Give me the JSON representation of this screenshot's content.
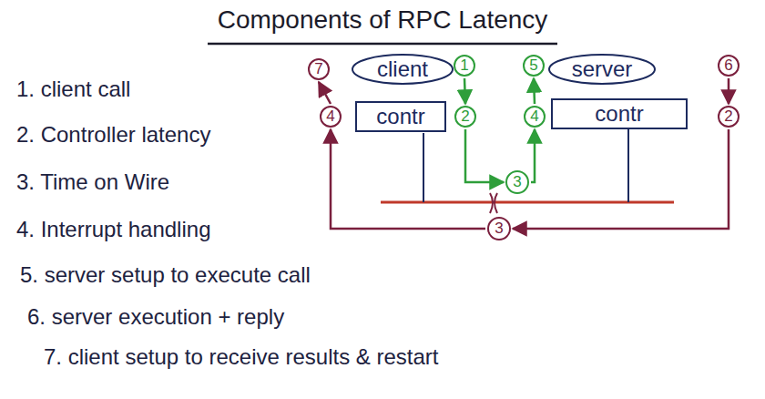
{
  "diagram": {
    "title": "Components of RPC Latency",
    "nodes": [
      {
        "text": [
          "7"
        ]
      },
      {
        "text": [
          "client"
        ]
      },
      {
        "text": [
          "1"
        ]
      },
      {
        "text": [
          "5"
        ]
      },
      {
        "text": [
          "server"
        ]
      },
      {
        "text": [
          "6"
        ]
      },
      {
        "text": [
          "4"
        ]
      },
      {
        "text": [
          "contr"
        ]
      },
      {
        "text": [
          "2"
        ]
      },
      {
        "text": [
          "4"
        ]
      },
      {
        "text": [
          "contr"
        ]
      },
      {
        "text": [
          "2"
        ]
      },
      {
        "text": [
          "3"
        ]
      },
      {
        "text": [
          "3"
        ]
      }
    ],
    "edges": [
      {
        "from": 2,
        "to": 8,
        "arrow": "to"
      },
      {
        "from": 8,
        "to": 12,
        "arrow": "to"
      },
      {
        "from": 12,
        "to": 9,
        "arrow": "to"
      },
      {
        "from": 9,
        "to": 3,
        "arrow": "to"
      },
      {
        "from": 5,
        "to": 11,
        "arrow": "to"
      },
      {
        "from": 11,
        "to": 13,
        "arrow": "to"
      },
      {
        "from": 13,
        "to": 6,
        "arrow": "to"
      },
      {
        "from": 6,
        "to": 0,
        "arrow": "to"
      }
    ],
    "labels": [
      "1. client call",
      "2. Controller latency",
      "3. Time on Wire",
      "4. Interrupt handling",
      "5. server setup to execute call",
      "6. server execution + reply",
      "7. client setup to receive results & restart"
    ]
  }
}
